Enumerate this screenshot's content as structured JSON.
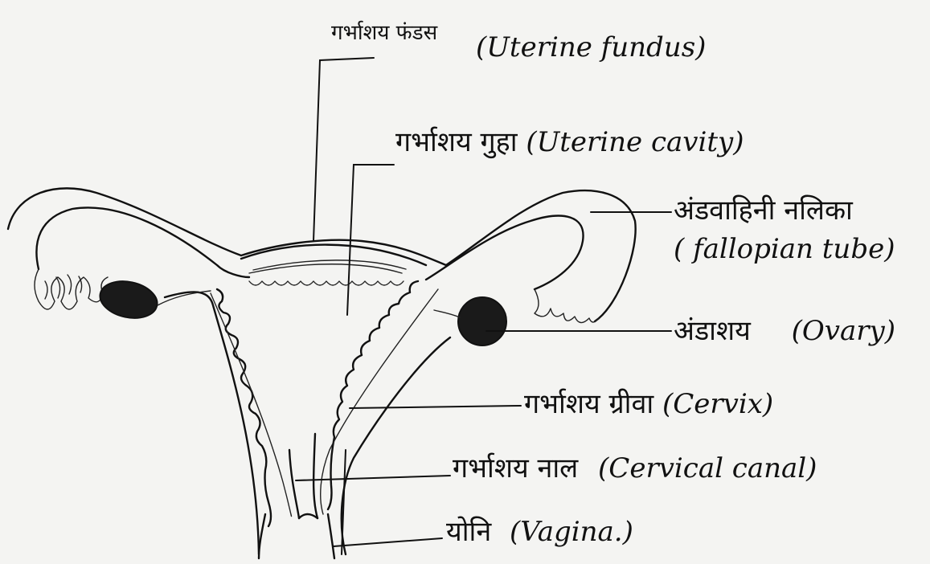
{
  "labels": {
    "fundus": {
      "hi": "गर्भाशय फंडस",
      "en": "(Uterine fundus)"
    },
    "cavity": {
      "hi": "गर्भाशय गुहा",
      "en": "(Uterine cavity)"
    },
    "fallopian": {
      "hi": "अंडवाहिनी नलिका",
      "en": "( fallopian tube)"
    },
    "ovary": {
      "hi": "अंडाशय",
      "en": "(Ovary)"
    },
    "cervix": {
      "hi": "गर्भाशय ग्रीवा",
      "en": "(Cervix)"
    },
    "canal": {
      "hi": "गर्भाशय नाल",
      "en": "(Cervical canal)"
    },
    "vagina": {
      "hi": "योनि",
      "en": "(Vagina.)"
    }
  }
}
